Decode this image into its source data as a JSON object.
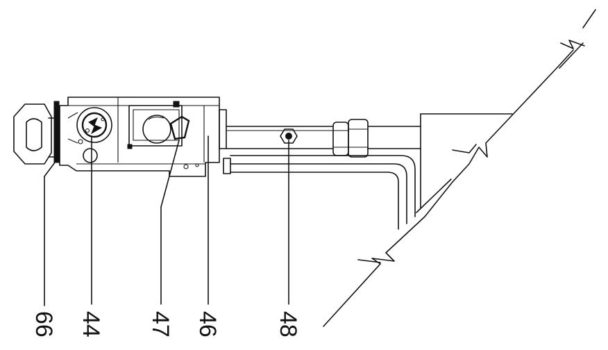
{
  "callouts": [
    {
      "id": "66",
      "label": "66"
    },
    {
      "id": "44",
      "label": "44"
    },
    {
      "id": "47",
      "label": "47"
    },
    {
      "id": "46",
      "label": "46"
    },
    {
      "id": "48",
      "label": "48"
    }
  ],
  "colors": {
    "ink": "#111111",
    "paper": "#ffffff"
  }
}
